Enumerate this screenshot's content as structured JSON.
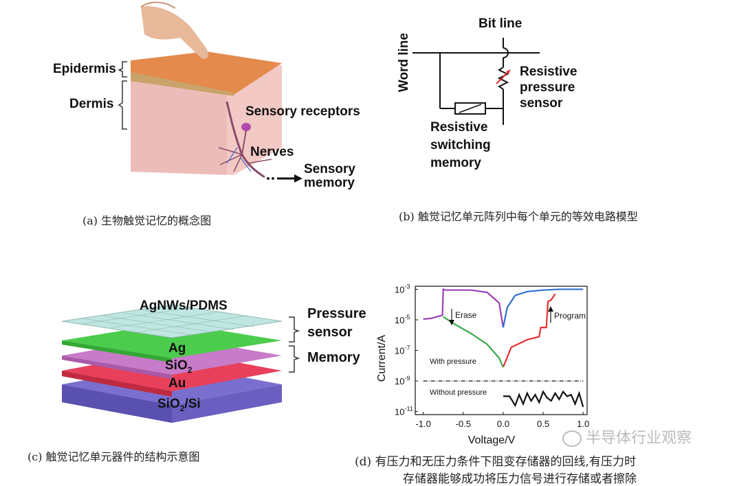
{
  "panel_a": {
    "labels": {
      "epidermis": "Epidermis",
      "dermis": "Dermis",
      "receptors": "Sensory receptors",
      "nerves": "Nerves",
      "memory_line1": "Sensory",
      "memory_line2": "memory"
    },
    "caption": "(a) 生物触觉记忆的概念图"
  },
  "panel_b": {
    "labels": {
      "bit_line": "Bit line",
      "word_line": "Word line",
      "sensor_l1": "Resistive",
      "sensor_l2": "pressure",
      "sensor_l3": "sensor",
      "switch_l1": "Resistive",
      "switch_l2": "switching",
      "switch_l3": "memory"
    },
    "caption": "(b) 触觉记忆单元阵列中每个单元的等效电路模型"
  },
  "panel_c": {
    "labels": {
      "agnws": "AgNWs/PDMS",
      "ag": "Ag",
      "sio2": "SiO",
      "sio2_sub": "2",
      "au": "Au",
      "sio2si_pre": "SiO",
      "sio2si_sub": "2",
      "sio2si_post": "/Si",
      "pressure_l1": "Pressure",
      "pressure_l2": "sensor",
      "memory": "Memory"
    },
    "caption": "(c) 触觉记忆单元器件的结构示意图"
  },
  "panel_d": {
    "caption_line1": "(d) 有压力和无压力条件下阻变存储器的回线,有压力时",
    "caption_line2": "存储器能够成功将压力信号进行存储或者擦除",
    "watermark": "半导体行业观察",
    "annotations": {
      "erase": "Erase",
      "program": "Program",
      "with_pressure": "With pressure",
      "without_pressure": "Without pressure"
    }
  },
  "chart_data": {
    "type": "line",
    "xlabel": "Voltage/V",
    "ylabel": "Current/A",
    "xlim": [
      -1.1,
      1.05
    ],
    "ylim_log10": [
      -11.2,
      -2.8
    ],
    "y_scale": "log",
    "x_ticks": [
      "-1.0",
      "-0.5",
      "0.0",
      "0.5",
      "1.0"
    ],
    "y_ticks": [
      {
        "base": "10",
        "exp": "-3"
      },
      {
        "base": "10",
        "exp": "-5"
      },
      {
        "base": "10",
        "exp": "-7"
      },
      {
        "base": "10",
        "exp": "-9"
      },
      {
        "base": "10",
        "exp": "-11"
      }
    ],
    "series": [
      {
        "color": "#9b3fb5",
        "x": [
          -1.0,
          -0.9,
          -0.8,
          -0.76,
          -0.75,
          -0.72,
          -0.6,
          -0.4,
          -0.2,
          -0.05,
          0.0
        ],
        "y": [
          -4.95,
          -4.9,
          -4.75,
          -4.7,
          -3.0,
          -3.05,
          -3.05,
          -3.05,
          -3.2,
          -3.9,
          -5.5
        ]
      },
      {
        "color": "#2f6fcf",
        "x": [
          0.0,
          0.05,
          0.15,
          0.3,
          0.5,
          0.7,
          0.9,
          1.0
        ],
        "y": [
          -5.5,
          -4.2,
          -3.4,
          -3.15,
          -3.05,
          -3.0,
          -3.0,
          -3.0
        ]
      },
      {
        "color": "#e83030",
        "x": [
          0.0,
          0.1,
          0.3,
          0.45,
          0.47,
          0.5,
          0.54,
          0.56,
          0.6,
          0.65
        ],
        "y": [
          -8.1,
          -6.8,
          -6.3,
          -6.1,
          -5.5,
          -5.5,
          -5.5,
          -3.8,
          -3.7,
          -3.3
        ]
      },
      {
        "color": "#3aa84a",
        "x": [
          -0.75,
          -0.6,
          -0.4,
          -0.2,
          -0.05,
          0.0
        ],
        "y": [
          -4.8,
          -5.3,
          -5.9,
          -6.6,
          -7.5,
          -8.1
        ]
      },
      {
        "color": "#111111",
        "style": "dashdot",
        "x": [
          -1.0,
          1.0
        ],
        "y": [
          -9.0,
          -9.0
        ]
      },
      {
        "color": "#111111",
        "x": [
          0.0,
          0.08,
          0.15,
          0.2,
          0.25,
          0.3,
          0.35,
          0.4,
          0.45,
          0.5,
          0.55,
          0.6,
          0.65,
          0.7,
          0.75,
          0.8,
          0.85,
          0.9,
          0.95,
          1.0
        ],
        "y": [
          -10.0,
          -10.0,
          -10.6,
          -9.9,
          -10.5,
          -9.8,
          -10.3,
          -9.9,
          -10.4,
          -9.7,
          -10.1,
          -10.3,
          -9.8,
          -10.2,
          -9.7,
          -10.0,
          -9.9,
          -10.5,
          -9.8,
          -10.7
        ]
      }
    ]
  }
}
